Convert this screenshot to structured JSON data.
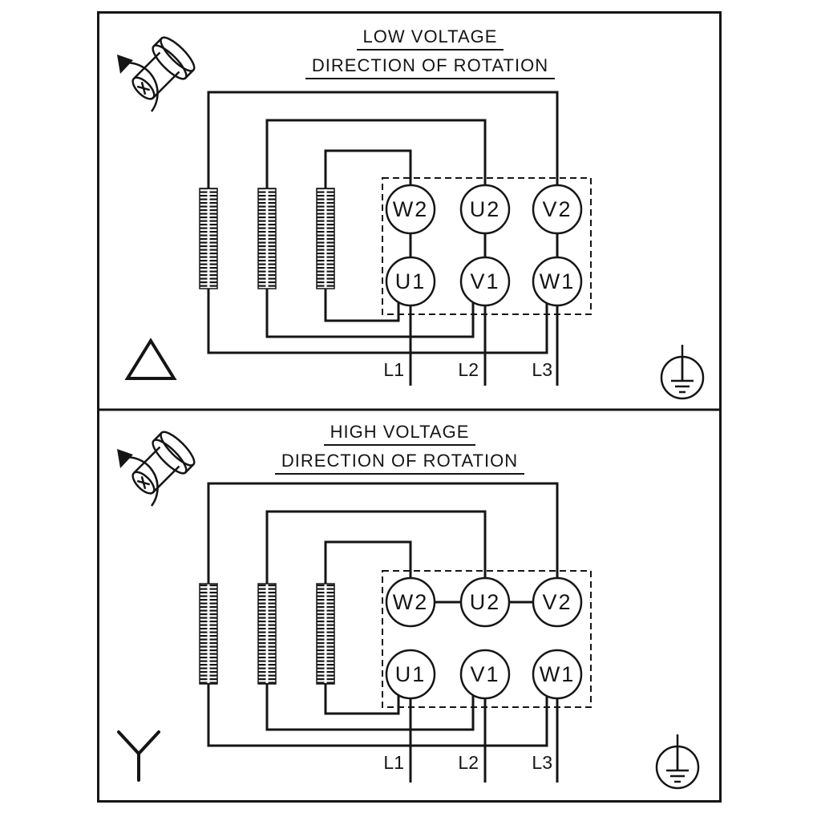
{
  "panels": {
    "low": {
      "title": "LOW VOLTAGE",
      "subtitle": "DIRECTION OF ROTATION",
      "connection": "delta",
      "terminals_top": [
        "W2",
        "U2",
        "V2"
      ],
      "terminals_bottom": [
        "U1",
        "V1",
        "W1"
      ],
      "supply_lines": [
        "L1",
        "L2",
        "L3"
      ]
    },
    "high": {
      "title": "HIGH VOLTAGE",
      "subtitle": "DIRECTION OF ROTATION",
      "connection": "star",
      "terminals_top": [
        "W2",
        "U2",
        "V2"
      ],
      "terminals_bottom": [
        "U1",
        "V1",
        "W1"
      ],
      "supply_lines": [
        "L1",
        "L2",
        "L3"
      ]
    }
  }
}
